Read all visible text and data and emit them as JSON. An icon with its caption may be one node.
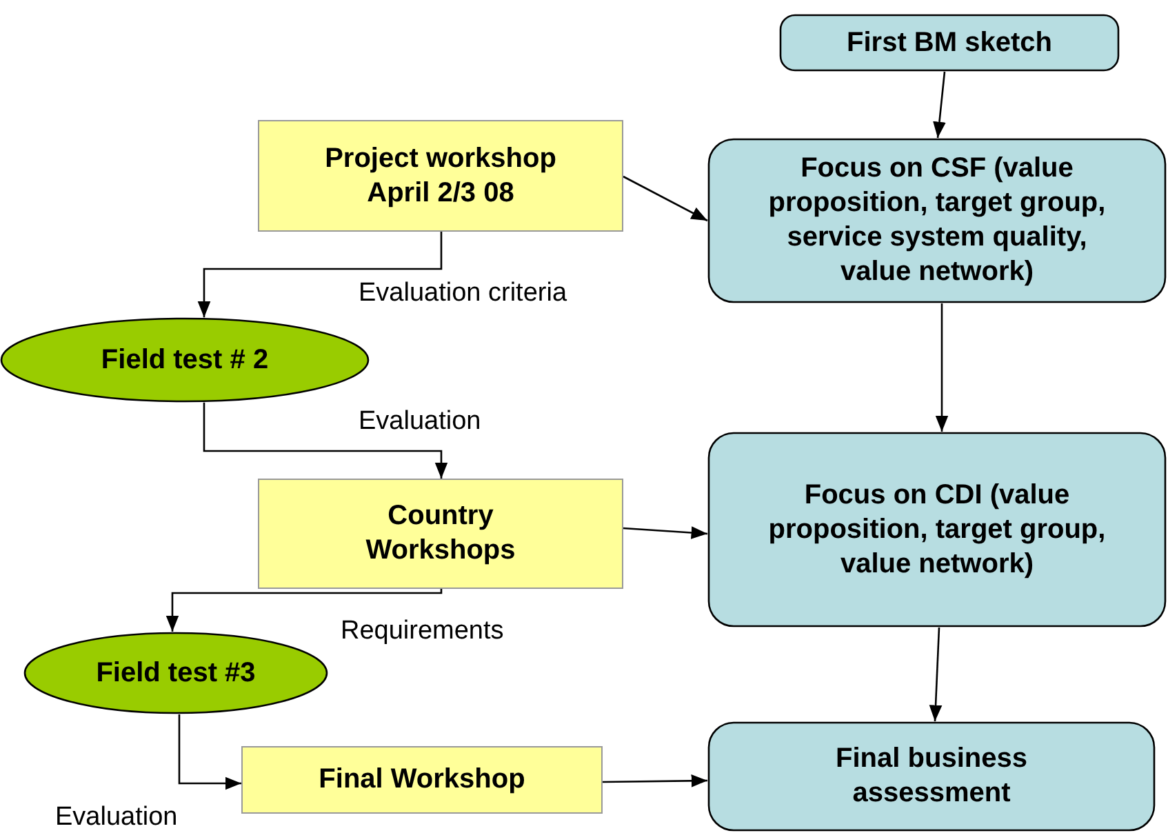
{
  "diagram": {
    "nodes": [
      {
        "text": [
          "First BM sketch"
        ]
      },
      {
        "text": [
          "Project workshop April 2/3 08"
        ]
      },
      {
        "text": [
          "Focus on CSF (value proposition, target group, service system quality, value network)"
        ]
      },
      {
        "text": [
          "Field test # 2"
        ]
      },
      {
        "text": [
          "Country Workshops"
        ]
      },
      {
        "text": [
          "Focus on CDI (value proposition, target group, value network)"
        ]
      },
      {
        "text": [
          "Field test #3"
        ]
      },
      {
        "text": [
          "Final Workshop"
        ]
      },
      {
        "text": [
          "Final business assessment"
        ]
      }
    ],
    "edges": [
      {
        "from": 0,
        "to": 2,
        "arrow": "to"
      },
      {
        "from": 1,
        "to": 2,
        "arrow": "to"
      },
      {
        "from": 1,
        "to": 3,
        "arrow": "to",
        "label": "Evaluation criteria"
      },
      {
        "from": 3,
        "to": 4,
        "arrow": "to",
        "label": "Evaluation"
      },
      {
        "from": 4,
        "to": 5,
        "arrow": "to"
      },
      {
        "from": 4,
        "to": 6,
        "arrow": "to",
        "label": "Requirements"
      },
      {
        "from": 2,
        "to": 5,
        "arrow": "to"
      },
      {
        "from": 6,
        "to": 7,
        "arrow": "to",
        "label": "Evaluation"
      },
      {
        "from": 5,
        "to": 8,
        "arrow": "to"
      },
      {
        "from": 7,
        "to": 8,
        "arrow": "to"
      }
    ]
  }
}
